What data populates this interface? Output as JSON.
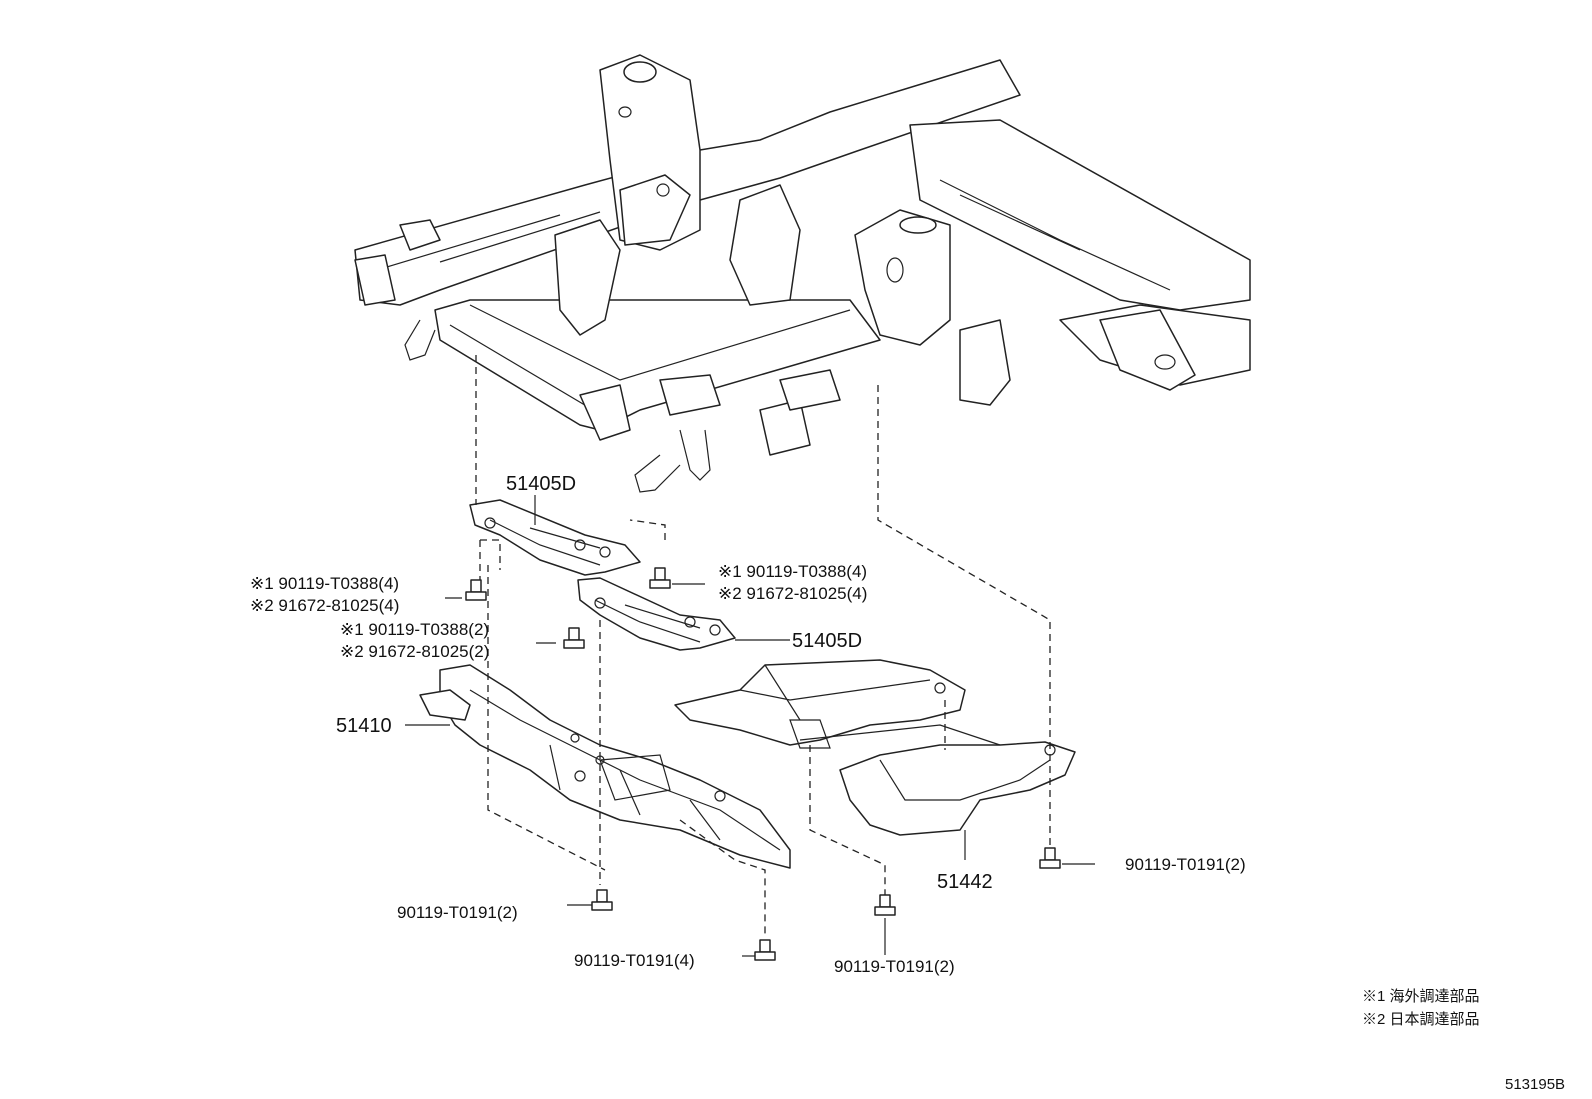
{
  "labels": {
    "bracket_upper": "51405D",
    "bracket_lower": "51405D",
    "cover_left": "51410",
    "cover_right": "51442",
    "bolt_upper_left_1": "※1 90119-T0388(4)",
    "bolt_upper_left_2": "※2 91672-81025(4)",
    "bolt_upper_right_1": "※1 90119-T0388(4)",
    "bolt_upper_right_2": "※2 91672-81025(4)",
    "bolt_mid_left_1": "※1 90119-T0388(2)",
    "bolt_mid_left_2": "※2 91672-81025(2)",
    "bolt_bottom_left": "90119-T0191(2)",
    "bolt_bottom_center": "90119-T0191(4)",
    "bolt_bottom_right_a": "90119-T0191(2)",
    "bolt_bottom_right_b": "90119-T0191(2)"
  },
  "notes": {
    "note_1": "※1 海外調達部品",
    "note_2": "※2 日本調達部品"
  },
  "diagram_code": "513195B"
}
